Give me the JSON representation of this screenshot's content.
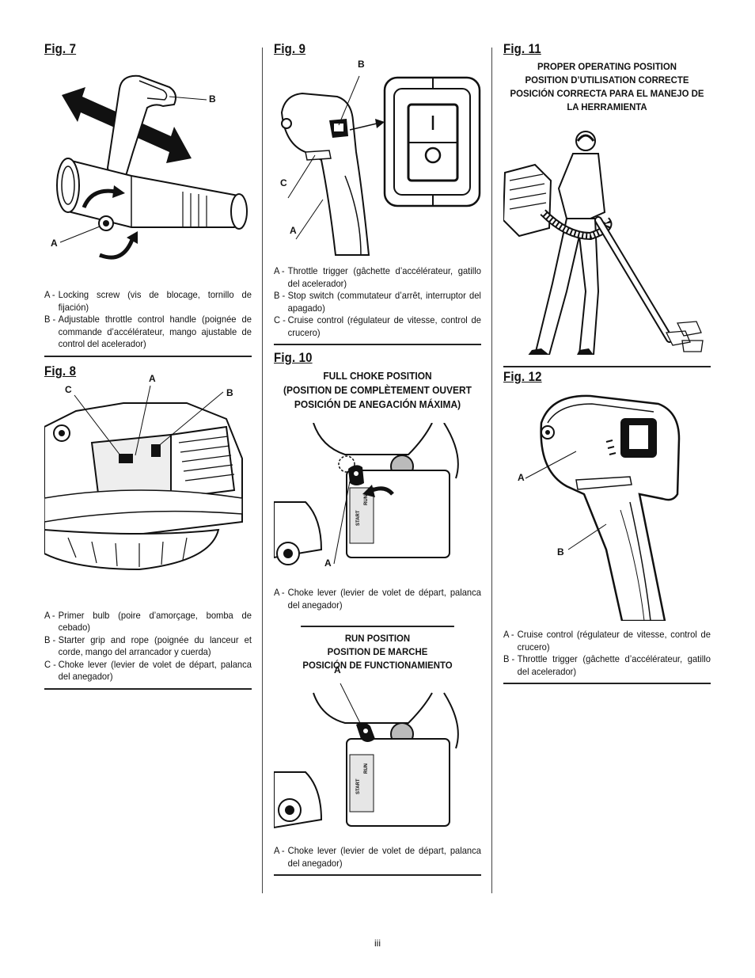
{
  "fig7": {
    "title": "Fig. 7",
    "labels": {
      "a": "A",
      "b": "B"
    },
    "captions": [
      {
        "key": "A -",
        "text": "Locking screw (vis de blocage, tornillo de fijación)"
      },
      {
        "key": "B -",
        "text": "Adjustable throttle control handle (poignée de commande d’accélérateur, mango ajustable de control del acelerador)"
      }
    ]
  },
  "fig8": {
    "title": "Fig. 8",
    "labels": {
      "a": "A",
      "b": "B",
      "c": "C"
    },
    "captions": [
      {
        "key": "A -",
        "text": "Primer bulb (poire d’amorçage, bomba de cebado)"
      },
      {
        "key": "B -",
        "text": "Starter grip and rope (poignée du lanceur et corde, mango del arrancador y cuerda)"
      },
      {
        "key": "C -",
        "text": "Choke lever (levier de volet de départ, palanca del anegador)"
      }
    ]
  },
  "fig9": {
    "title": "Fig. 9",
    "labels": {
      "a": "A",
      "b": "B",
      "c": "C"
    },
    "captions": [
      {
        "key": "A -",
        "text": "Throttle trigger (gâchette d’accélérateur, gatillo del acelerador)"
      },
      {
        "key": "B -",
        "text": "Stop switch (commutateur d’arrêt, interruptor del apagado)"
      },
      {
        "key": "C -",
        "text": "Cruise control (régulateur de vitesse, control de crucero)"
      }
    ]
  },
  "fig10": {
    "title": "Fig. 10",
    "full_heading": [
      "FULL CHOKE POSITION",
      "(POSITION DE COMPLÈTEMENT OUVERT",
      "POSICIÓN DE ANEGACIÓN MÁXIMA)"
    ],
    "run_heading": [
      "RUN POSITION",
      "POSITION DE MARCHE",
      "POSICIÓN DE FUNCTIONAMIENTO"
    ],
    "labels": {
      "a": "A"
    },
    "panel_text": {
      "start": "START",
      "run": "RUN"
    },
    "caption_full": {
      "key": "A -",
      "text": "Choke lever (levier de volet de départ, palanca del anegador)"
    },
    "caption_run": {
      "key": "A -",
      "text": "Choke lever (levier de volet de départ, palanca del anegador)"
    }
  },
  "fig11": {
    "title": "Fig. 11",
    "heading": [
      "PROPER OPERATING POSITION",
      "POSITION D’UTILISATION CORRECTE",
      "POSICIÓN CORRECTA PARA EL MANEJO DE",
      "LA HERRAMIENTA"
    ]
  },
  "fig12": {
    "title": "Fig. 12",
    "labels": {
      "a": "A",
      "b": "B"
    },
    "captions": [
      {
        "key": "A -",
        "text": "Cruise control (régulateur de vitesse, control de crucero)"
      },
      {
        "key": "B -",
        "text": "Throttle trigger (gâchette d’accélérateur, gatillo del acelerador)"
      }
    ]
  },
  "page_number": "iii"
}
